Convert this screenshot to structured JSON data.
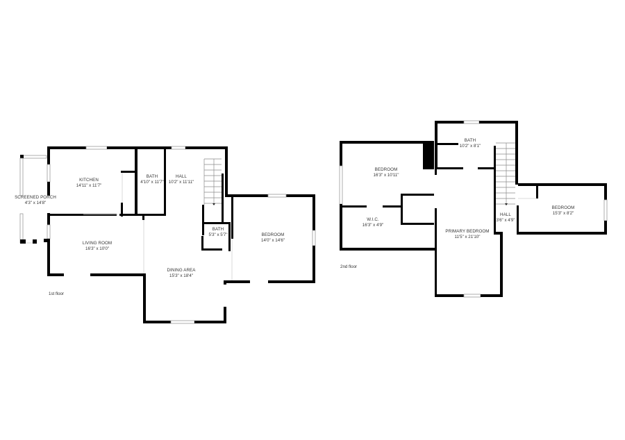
{
  "colors": {
    "wall": "#000000",
    "text": "#333333",
    "background": "#ffffff"
  },
  "floors": [
    {
      "label": "1st floor",
      "rooms": [
        {
          "name": "KITCHEN",
          "dims": "14'11\" x 11'7\""
        },
        {
          "name": "BATH",
          "dims": "4'10\" x 11'7\""
        },
        {
          "name": "HALL",
          "dims": "10'2\" x 11'11\""
        },
        {
          "name": "SCREENED PORCH",
          "dims": "4'3\" x 14'8\""
        },
        {
          "name": "LIVING ROOM",
          "dims": "16'3\" x 10'0\""
        },
        {
          "name": "BATH",
          "dims": "5'3\" x 5'7\""
        },
        {
          "name": "BEDROOM",
          "dims": "14'0\" x 14'6\""
        },
        {
          "name": "DINING AREA",
          "dims": "15'3\" x 18'4\""
        }
      ]
    },
    {
      "label": "2nd floor",
      "rooms": [
        {
          "name": "BEDROOM",
          "dims": "16'3\" x 10'11\""
        },
        {
          "name": "BATH",
          "dims": "10'2\" x 8'1\""
        },
        {
          "name": "W.I.C.",
          "dims": "16'3\" x 4'9\""
        },
        {
          "name": "HALL",
          "dims": "3'6\" x 4'9\""
        },
        {
          "name": "BEDROOM",
          "dims": "15'3\" x 8'2\""
        },
        {
          "name": "PRIMARY BEDROOM",
          "dims": "11'5\" x 21'10\""
        }
      ]
    }
  ]
}
